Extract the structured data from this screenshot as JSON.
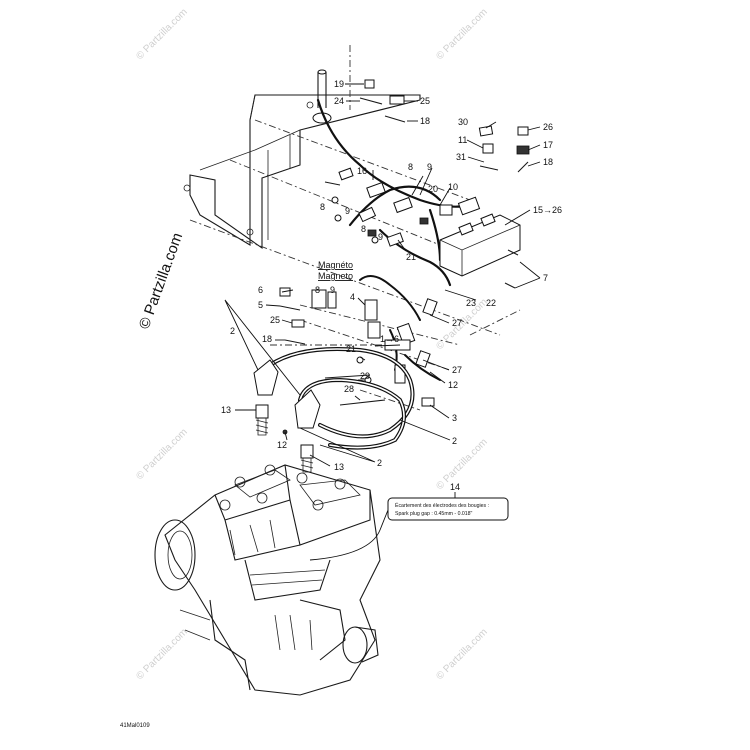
{
  "watermark": {
    "text": "© Partzilla.com",
    "repeat_label": "© Partzilla.com"
  },
  "labels": {
    "magneto_fr": "Magnéto",
    "magneto_en": "Magneto"
  },
  "spark_plug_note": {
    "line1": "Écartement des électrodes des bougies :",
    "line2": "Spark plug gap :  0.45mm  -  0.018\""
  },
  "drawing_code": "41Mal0109",
  "callouts": {
    "c19": "19",
    "c24": "24",
    "c25a": "25",
    "c18a": "18",
    "c30": "30",
    "c26": "26",
    "c11": "11",
    "c17": "17",
    "c31": "31",
    "c18b": "18",
    "c16": "16",
    "c8a": "8",
    "c9a": "9",
    "c20": "20",
    "c10": "10",
    "c8b": "8",
    "c9b": "9",
    "c8c": "8",
    "c9c": "9",
    "c21a": "21",
    "c15_26": "15→26",
    "c7": "7",
    "c6": "6",
    "c8d": "8",
    "c9d": "9",
    "c5": "5",
    "c4": "4",
    "c25b": "25",
    "c18c": "18",
    "c23": "23",
    "c22": "22",
    "c27a": "27",
    "c1_6": "1→6",
    "c21b": "21",
    "c27b": "27",
    "c29": "29",
    "c28": "28",
    "c12a": "12",
    "c3": "3",
    "c2a": "2",
    "c2b": "2",
    "c2c": "2",
    "c13a": "13",
    "c13b": "13",
    "c12b": "12",
    "c14": "14"
  },
  "colors": {
    "line": "#111111",
    "watermark": "#cfcfcf",
    "background": "#ffffff"
  }
}
